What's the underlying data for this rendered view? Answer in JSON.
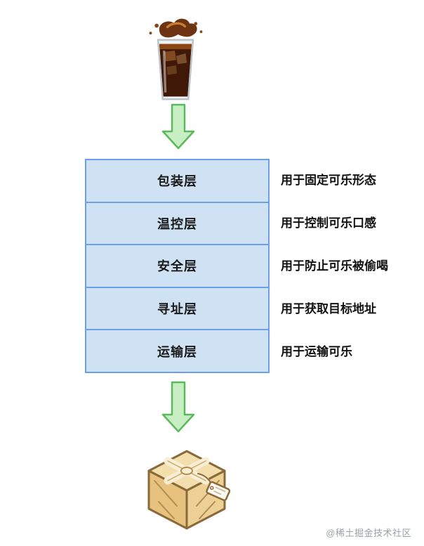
{
  "diagram": {
    "title": "cola-network-layers-analogy",
    "top_icon": "cola-glass",
    "bottom_icon": "package-box",
    "layers": [
      {
        "name": "包装层",
        "desc": "用于固定可乐形态"
      },
      {
        "name": "温控层",
        "desc": "用于控制可乐口感"
      },
      {
        "name": "安全层",
        "desc": "用于防止可乐被偷喝"
      },
      {
        "name": "寻址层",
        "desc": "用于获取目标地址"
      },
      {
        "name": "运输层",
        "desc": "用于运输可乐"
      }
    ],
    "colors": {
      "layer_fill": "#cfe2f3",
      "layer_border": "#6d9eeb",
      "arrow_fill": "#c8eec3",
      "arrow_border": "#5cb85c"
    },
    "watermark": "@稀土掘金技术社区"
  }
}
